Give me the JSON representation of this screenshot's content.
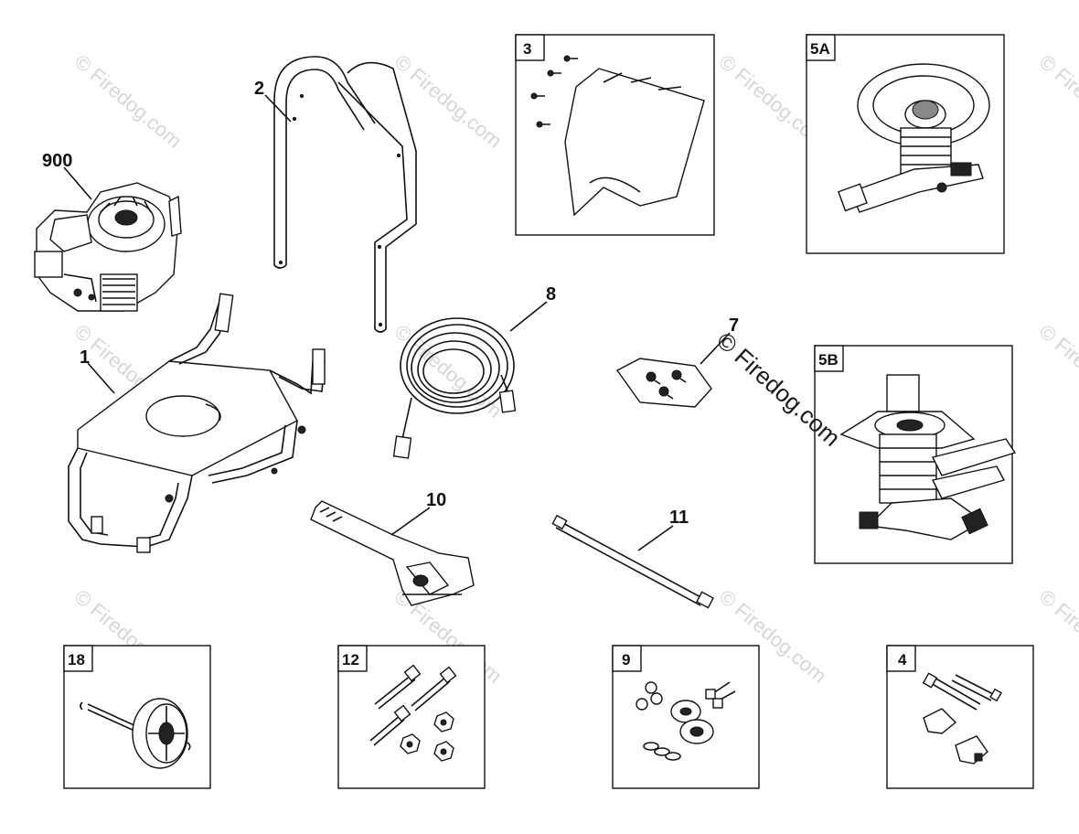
{
  "watermark": {
    "tile_text": "© Firedog.com",
    "center_text": "© Firedog.com"
  },
  "callouts": {
    "c900": "900",
    "c1": "1",
    "c2": "2",
    "c8": "8",
    "c7": "7",
    "c10": "10",
    "c11": "11"
  },
  "boxes": {
    "b3": "3",
    "b5a": "5A",
    "b5b": "5B",
    "b18": "18",
    "b12": "12",
    "b9": "9",
    "b4": "4"
  }
}
